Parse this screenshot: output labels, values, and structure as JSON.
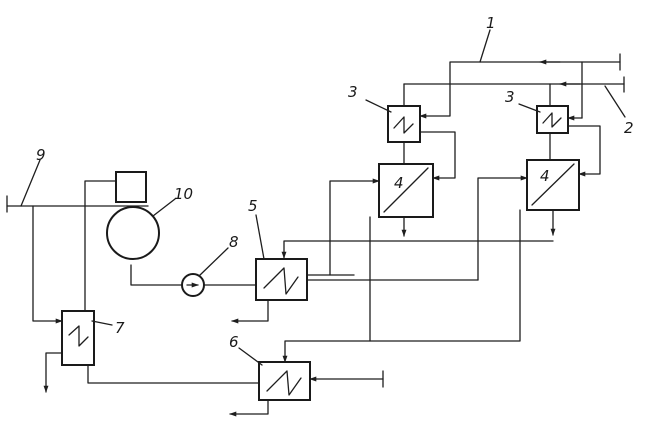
{
  "labels": {
    "stream_1": "1",
    "stream_2": "2",
    "exchanger_3_left": "3",
    "exchanger_3_right": "3",
    "unit_4_left": "4",
    "unit_4_right": "4",
    "exchanger_5": "5",
    "exchanger_6": "6",
    "exchanger_7": "7",
    "pump_8": "8",
    "line_9": "9",
    "vessel_10": "10"
  }
}
